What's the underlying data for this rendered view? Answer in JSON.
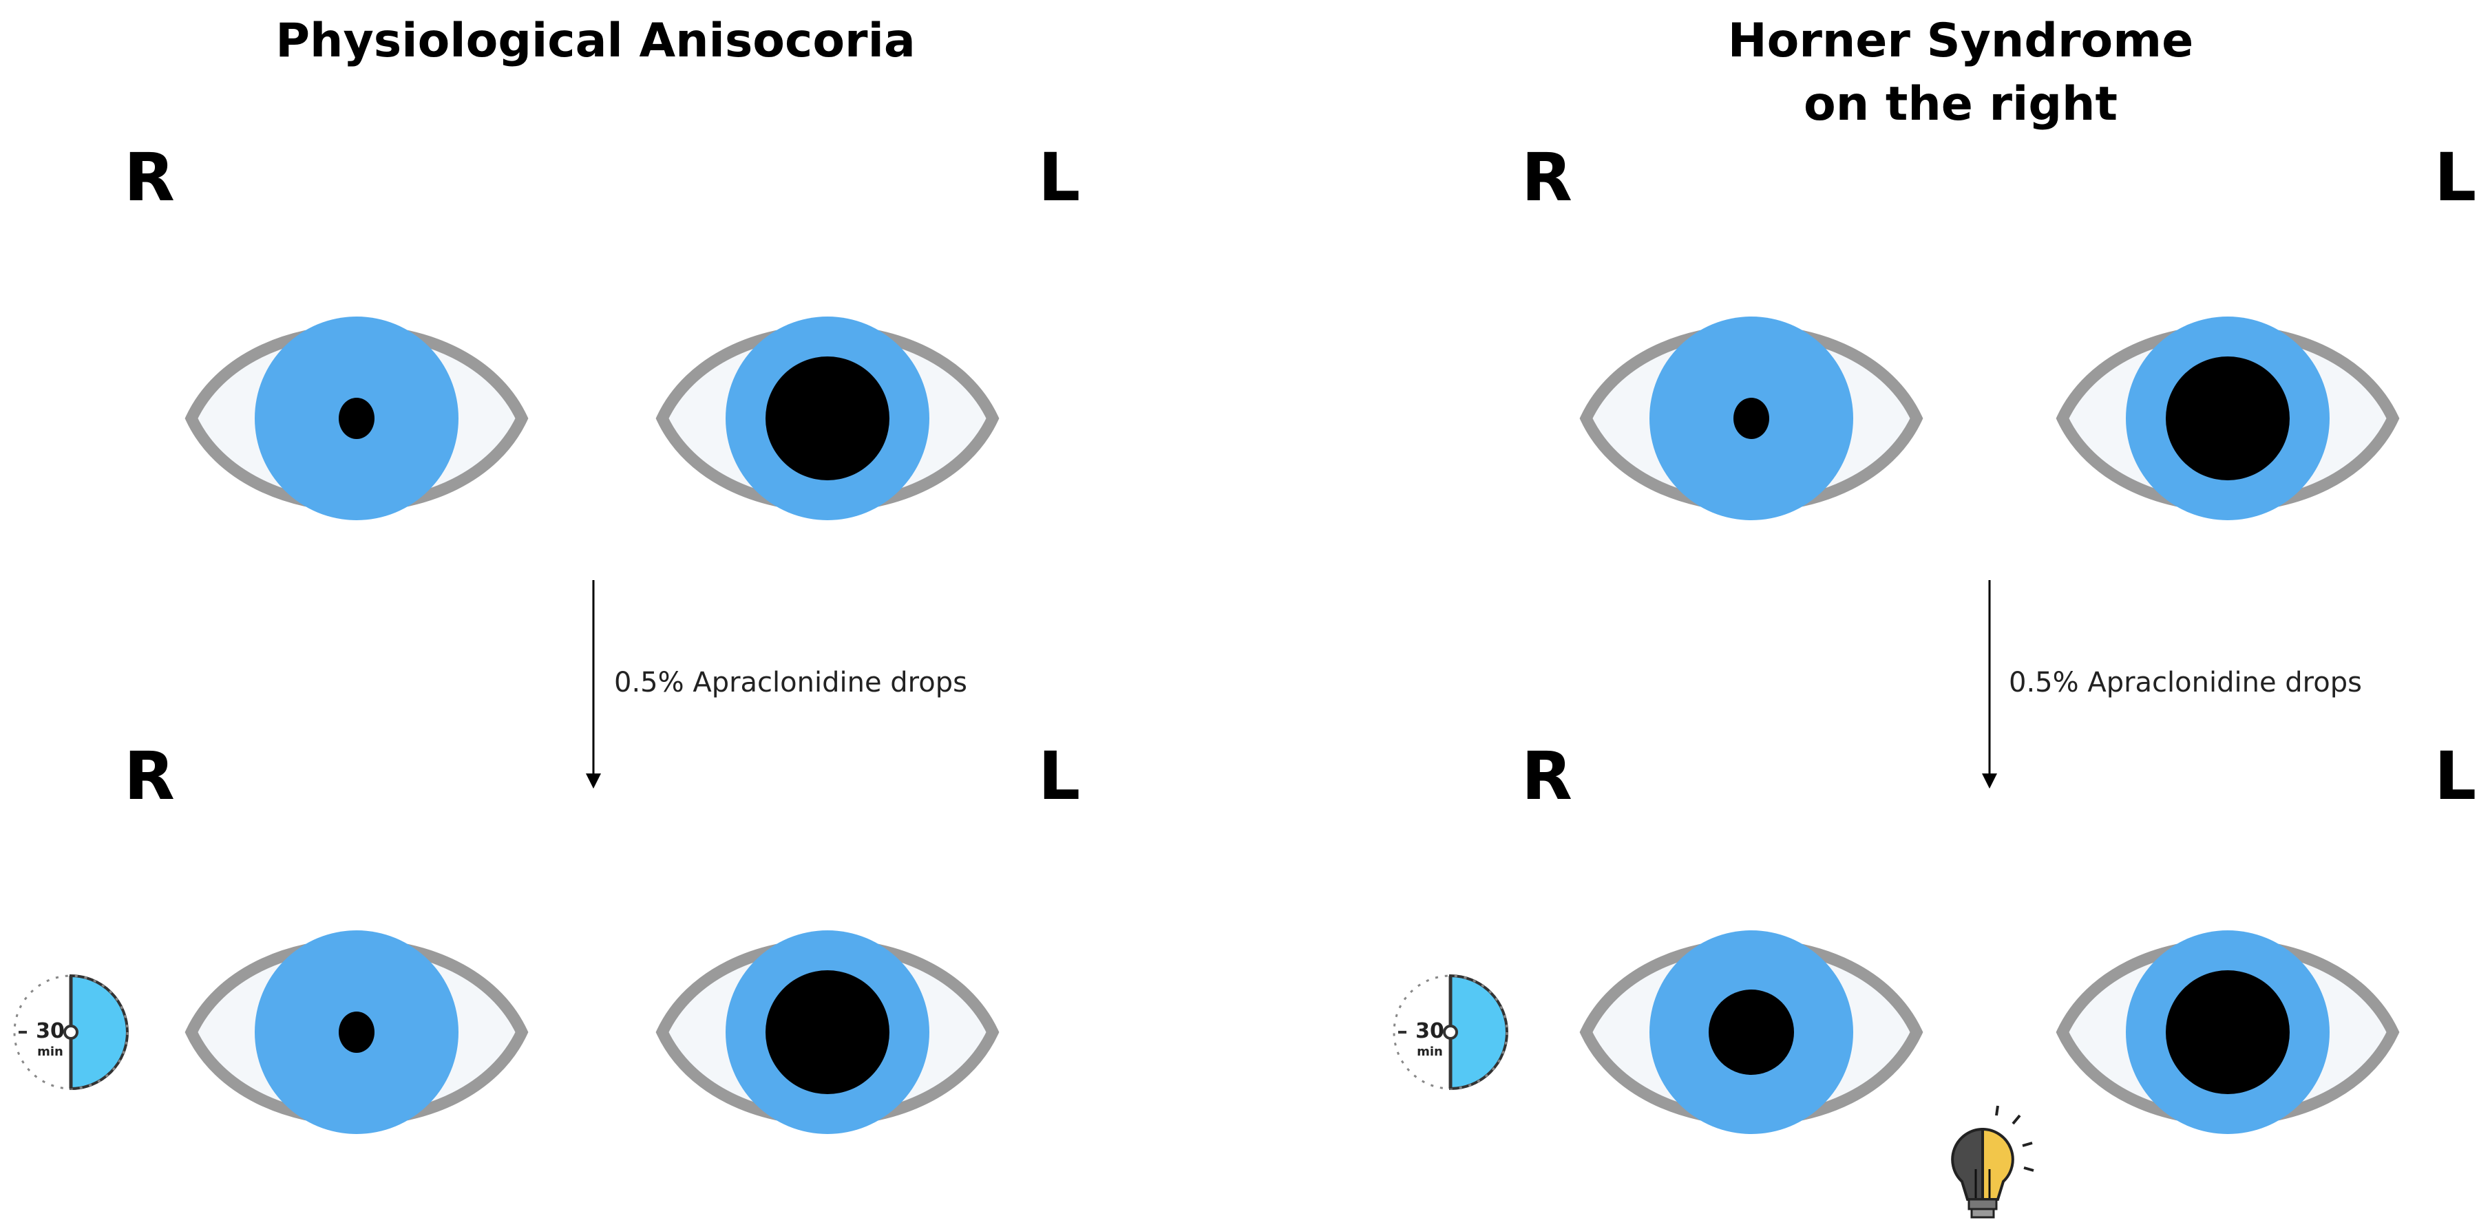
{
  "panels": [
    {
      "title_lines": [
        "Physiological Anisocoria"
      ],
      "right_label": "R",
      "left_label": "L",
      "intervention": "0.5% Apraclonidine drops",
      "timer_text": "30",
      "timer_unit": "min",
      "before": {
        "right_pupil": "small",
        "left_pupil": "large"
      },
      "after": {
        "right_pupil": "small",
        "left_pupil": "large"
      }
    },
    {
      "title_lines": [
        "Horner Syndrome",
        "on the right"
      ],
      "right_label": "R",
      "left_label": "L",
      "intervention": "0.5% Apraclonidine drops",
      "timer_text": "30",
      "timer_unit": "min",
      "before": {
        "right_pupil": "small",
        "left_pupil": "large"
      },
      "after": {
        "right_pupil": "medium",
        "left_pupil": "large"
      },
      "extra_icon": "lightbulb-icon"
    }
  ],
  "colors": {
    "iris": "#55abee",
    "sclera": "#f4f7fa",
    "eyelid_outline": "#9a9a9a",
    "pupil": "#000000",
    "timer_fill": "#55c8f5",
    "bulb_glow": "#f2c64a"
  }
}
